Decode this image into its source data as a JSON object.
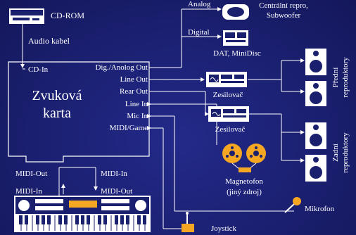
{
  "devices": {
    "cdrom": "CD-ROM",
    "audio_cable": "Audio kabel",
    "sound_card_line1": "Zvuková",
    "sound_card_line2": "karta",
    "analog": "Analog",
    "center_line1": "Centrální repro,",
    "center_line2": "Subwoofer",
    "digital": "Digital",
    "dat": "DAT, MiniDisc",
    "amp1": "Zesilovač",
    "amp2": "Zesilovač",
    "front_speakers_line1": "Přední",
    "front_speakers_line2": "reproduktory",
    "rear_speakers_line1": "Zadní",
    "rear_speakers_line2": "reproduktory",
    "tape_line1": "Magnetofon",
    "tape_line2": "(jiný zdroj)",
    "mic": "Mikrofon",
    "joystick": "Joystick"
  },
  "ports": {
    "cd_in": "CD-In",
    "dig_analog_out": "Dig./Anolog Out",
    "line_out": "Line Out",
    "rear_out": "Rear Out",
    "line_in": "Line In",
    "mic_in": "Mic In",
    "midi_game": "MIDI/Game"
  },
  "midi": {
    "out_top": "MIDI-Out",
    "in_top": "MIDI-In",
    "in_bottom": "MIDI-In",
    "out_bottom": "MIDI-Out"
  },
  "colors": {
    "background": "#1a1f6e",
    "line": "#ffffff",
    "accent": "#f5a623"
  }
}
